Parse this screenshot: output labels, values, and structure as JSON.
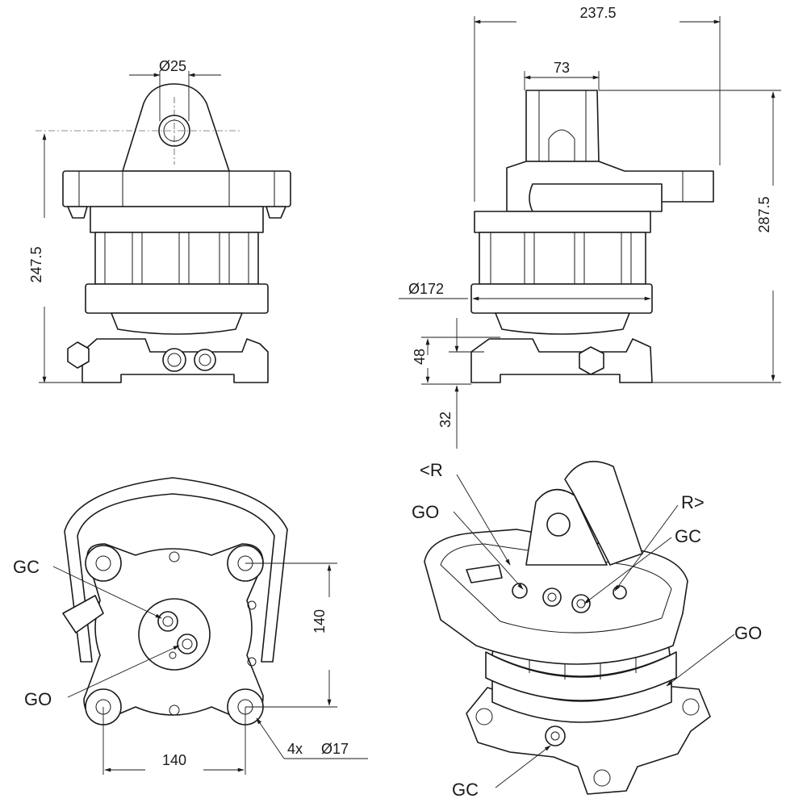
{
  "dimensions": {
    "pin_diameter": "Ø25",
    "overall_height_front": "247.5",
    "overall_width_side": "237.5",
    "ear_width": "73",
    "overall_height_side": "287.5",
    "housing_diameter": "Ø172",
    "flange_height": "48",
    "base_offset": "32",
    "bolt_spacing_vertical": "140",
    "bolt_spacing_horizontal": "140",
    "bolt_hole_count": "4x",
    "bolt_hole_diameter": "Ø17"
  },
  "callouts": {
    "rotate_left": "<R",
    "rotate_right": "R>",
    "gc": "GC",
    "go": "GO"
  },
  "colors": {
    "line": "#1a1a1a",
    "fill": "#ffffff"
  }
}
